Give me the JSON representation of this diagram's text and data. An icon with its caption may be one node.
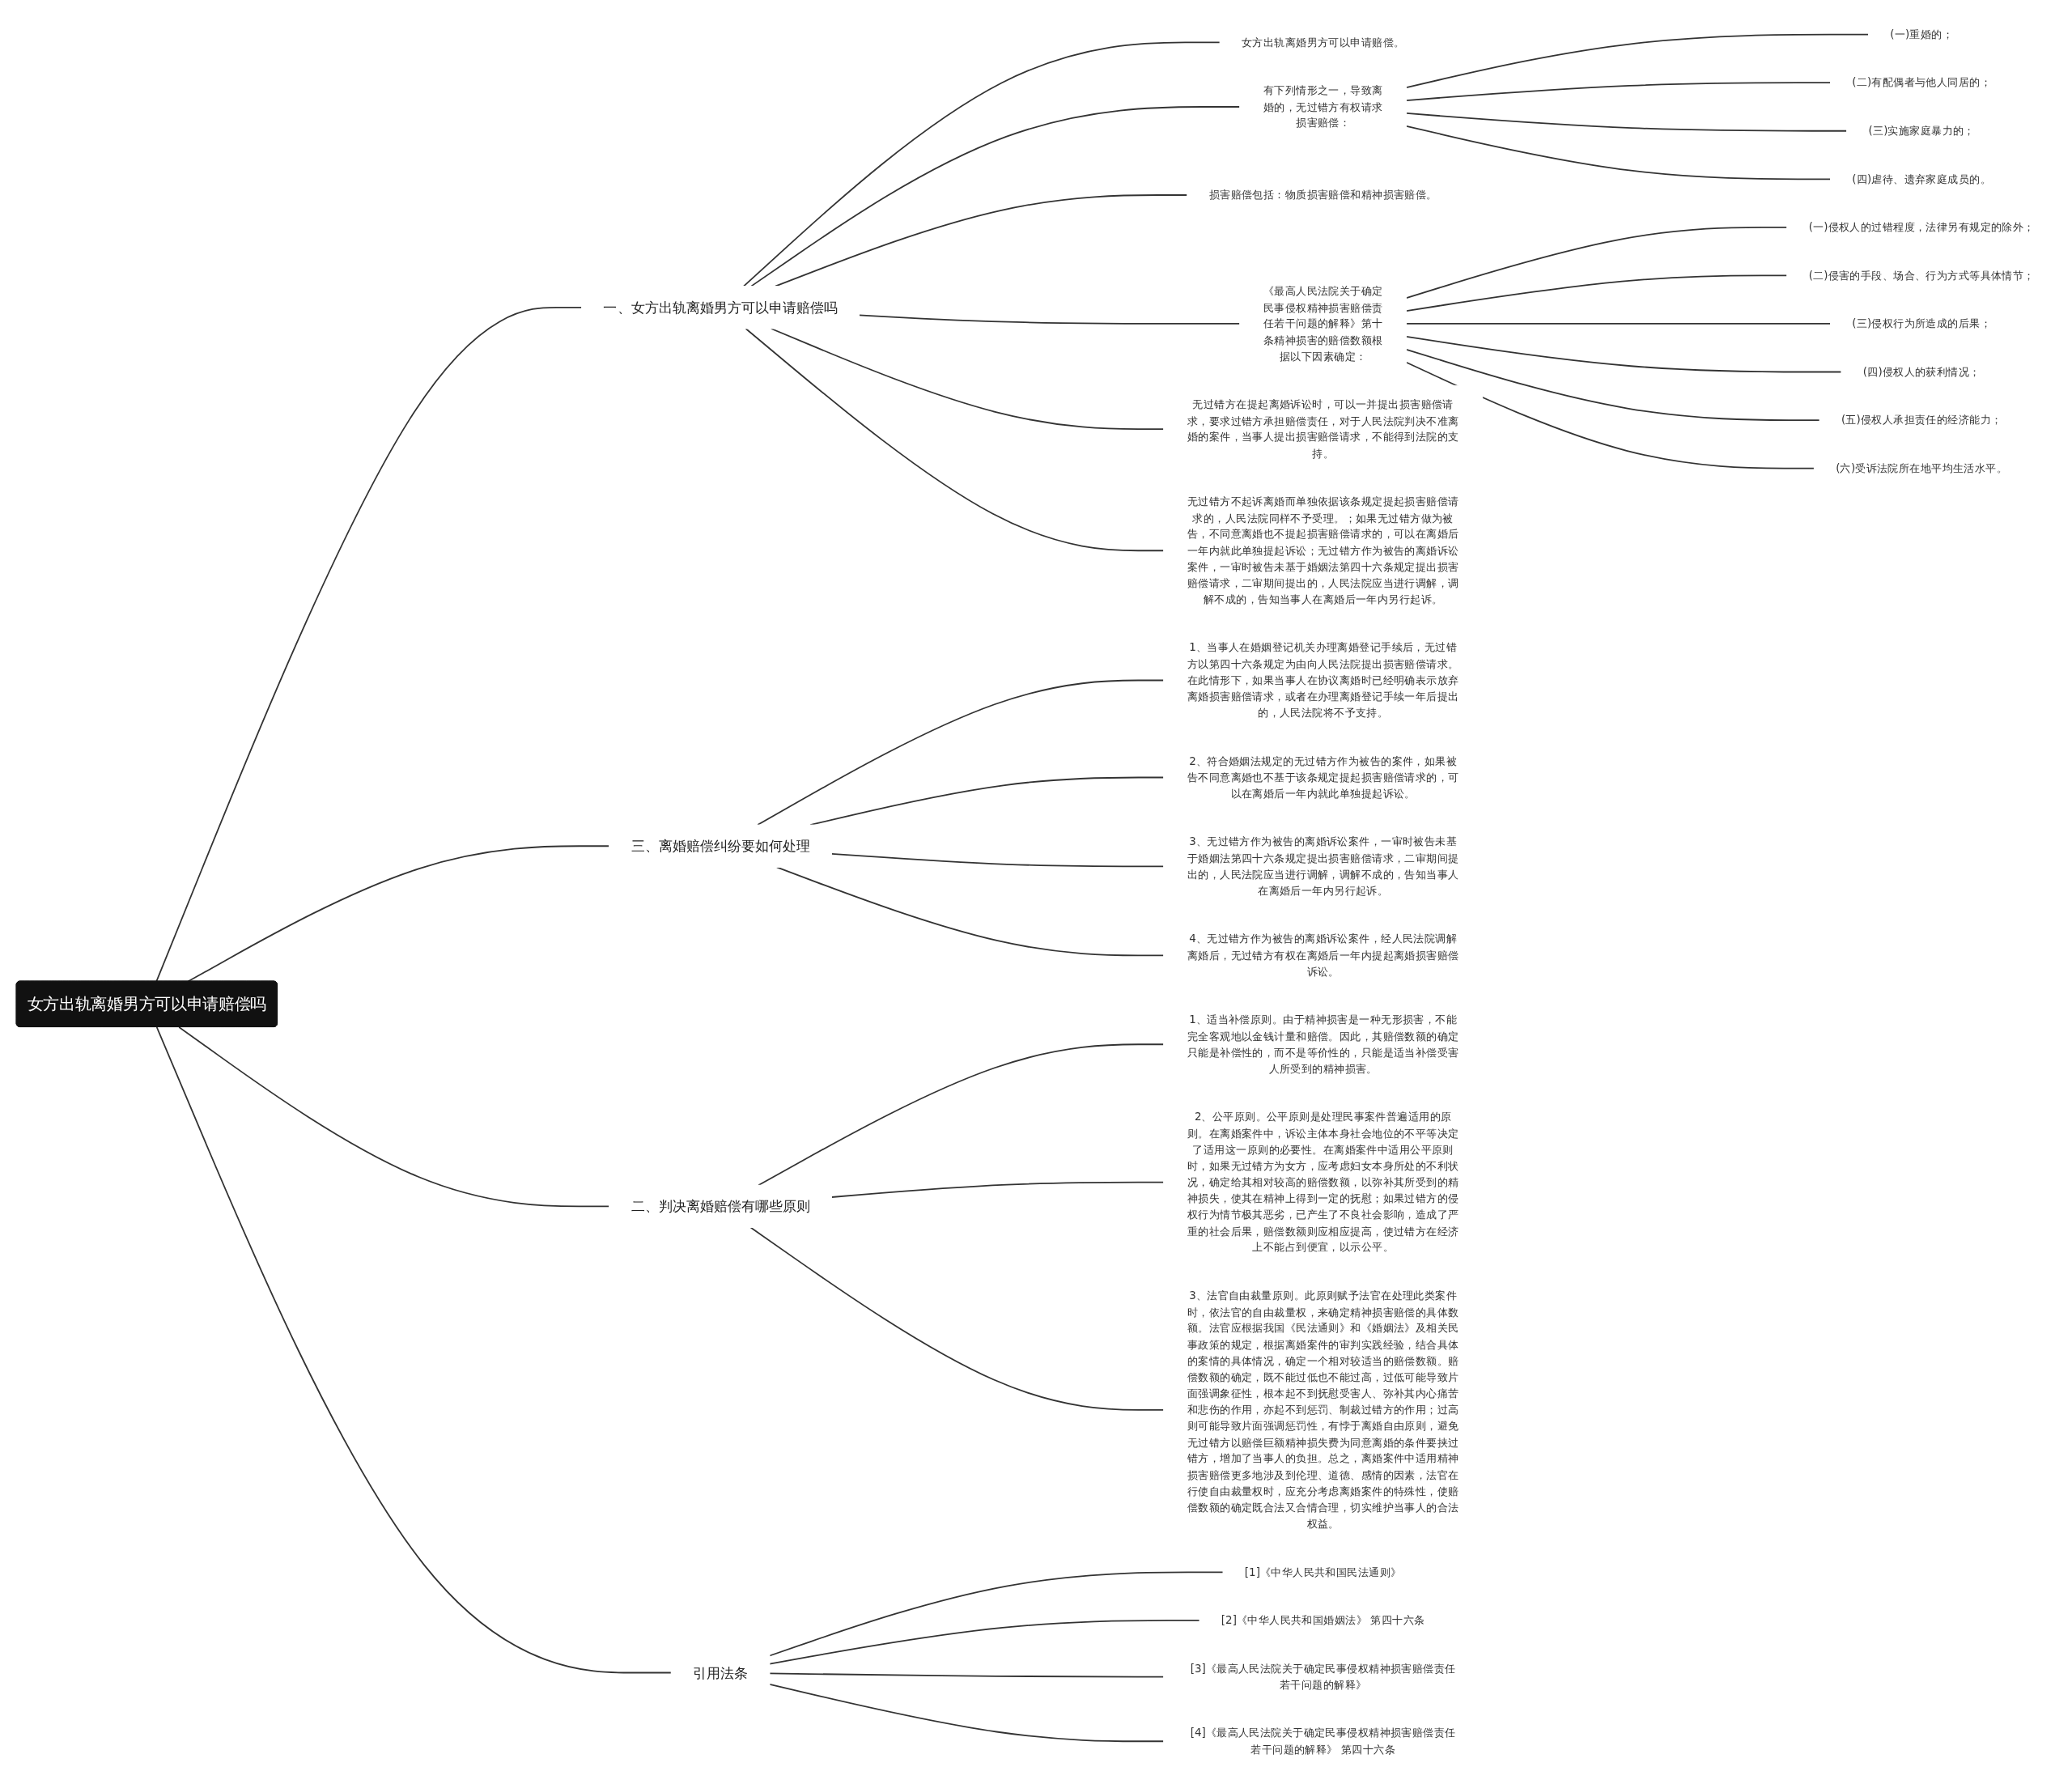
{
  "diagram": {
    "nodes": [
      {
        "text": [
          "女方出轨离婚男方可以申请赔偿吗"
        ]
      },
      {
        "text": [
          "一、女方出轨离婚男方可以申请赔偿吗"
        ]
      },
      {
        "text": [
          "女方出轨离婚男方可以申请赔偿。"
        ]
      },
      {
        "text": [
          "有下列情形之一，导致离婚的，无过错方有权请求损害赔偿："
        ]
      },
      {
        "text": [
          "(一)重婚的；"
        ]
      },
      {
        "text": [
          "(二)有配偶者与他人同居的；"
        ]
      },
      {
        "text": [
          "(三)实施家庭暴力的；"
        ]
      },
      {
        "text": [
          "(四)虐待、遗弃家庭成员的。"
        ]
      },
      {
        "text": [
          "损害赔偿包括：物质损害赔偿和精神损害赔偿。"
        ]
      },
      {
        "text": [
          "《最高人民法院关于确定民事侵权精神损害赔偿责任若干问题的解释》第十条精神损害的赔偿数额根据以下因素确定："
        ]
      },
      {
        "text": [
          "(一)侵权人的过错程度，法律另有规定的除外；"
        ]
      },
      {
        "text": [
          "(二)侵害的手段、场合、行为方式等具体情节；"
        ]
      },
      {
        "text": [
          "(三)侵权行为所造成的后果；"
        ]
      },
      {
        "text": [
          "(四)侵权人的获利情况；"
        ]
      },
      {
        "text": [
          "(五)侵权人承担责任的经济能力；"
        ]
      },
      {
        "text": [
          "(六)受诉法院所在地平均生活水平。"
        ]
      },
      {
        "text": [
          "无过错方在提起离婚诉讼时，可以一并提出损害赔偿请求，要求过错方承担赔偿责任，对于人民法院判决不准离婚的案件，当事人提出损害赔偿请求，不能得到法院的支持。"
        ]
      },
      {
        "text": [
          "无过错方不起诉离婚而单独依据该条规定提起损害赔偿请求的，人民法院同样不予受理。；如果无过错方做为被告，不同意离婚也不提起损害赔偿请求的，可以在离婚后一年内就此单独提起诉讼；无过错方作为被告的离婚诉讼案件，一审时被告未基于婚姻法第四十六条规定提出损害赔偿请求，二审期间提出的，人民法院应当进行调解，调解不成的，告知当事人在离婚后一年内另行起诉。"
        ]
      },
      {
        "text": [
          "三、离婚赔偿纠纷要如何处理"
        ]
      },
      {
        "text": [
          "1、当事人在婚姻登记机关办理离婚登记手续后，无过错方以第四十六条规定为由向人民法院提出损害赔偿请求。在此情形下，如果当事人在协议离婚时已经明确表示放弃离婚损害赔偿请求，或者在办理离婚登记手续一年后提出的，人民法院将不予支持。"
        ]
      },
      {
        "text": [
          "2、符合婚姻法规定的无过错方作为被告的案件，如果被告不同意离婚也不基于该条规定提起损害赔偿请求的，可以在离婚后一年内就此单独提起诉讼。"
        ]
      },
      {
        "text": [
          "3、无过错方作为被告的离婚诉讼案件，一审时被告未基于婚姻法第四十六条规定提出损害赔偿请求，二审期间提出的，人民法院应当进行调解，调解不成的，告知当事人在离婚后一年内另行起诉。"
        ]
      },
      {
        "text": [
          "4、无过错方作为被告的离婚诉讼案件，经人民法院调解离婚后，无过错方有权在离婚后一年内提起离婚损害赔偿诉讼。"
        ]
      },
      {
        "text": [
          "二、判决离婚赔偿有哪些原则"
        ]
      },
      {
        "text": [
          "1、适当补偿原则。由于精神损害是一种无形损害，不能完全客观地以金钱计量和赔偿。因此，其赔偿数额的确定只能是补偿性的，而不是等价性的，只能是适当补偿受害人所受到的精神损害。"
        ]
      },
      {
        "text": [
          "2、公平原则。公平原则是处理民事案件普遍适用的原则。在离婚案件中，诉讼主体本身社会地位的不平等决定了适用这一原则的必要性。在离婚案件中适用公平原则时，如果无过错方为女方，应考虑妇女本身所处的不利状况，确定给其相对较高的赔偿数额，以弥补其所受到的精神损失，使其在精神上得到一定的抚慰；如果过错方的侵权行为情节极其恶劣，已产生了不良社会影响，造成了严重的社会后果，赔偿数额则应相应提高，使过错方在经济上不能占到便宜，以示公平。"
        ]
      },
      {
        "text": [
          "3、法官自由裁量原则。此原则赋予法官在处理此类案件时，依法官的自由裁量权，来确定精神损害赔偿的具体数额。法官应根据我国《民法通则》和《婚姻法》及相关民事政策的规定，根据离婚案件的审判实践经验，结合具体的案情的具体情况，确定一个相对较适当的赔偿数额。赔偿数额的确定，既不能过低也不能过高，过低可能导致片面强调象征性，根本起不到抚慰受害人、弥补其内心痛苦和悲伤的作用，亦起不到惩罚、制裁过错方的作用；过高则可能导致片面强调惩罚性，有悖于离婚自由原则，避免无过错方以赔偿巨额精神损失费为同意离婚的条件要挟过错方，增加了当事人的负担。总之，离婚案件中适用精神损害赔偿更多地涉及到伦理、道德、感情的因素，法官在行使自由裁量权时，应充分考虑离婚案件的特殊性，使赔偿数额的确定既合法又合情合理，切实维护当事人的合法权益。"
        ]
      },
      {
        "text": [
          "引用法条"
        ]
      },
      {
        "text": [
          "[1]《中华人民共和国民法通则》"
        ]
      },
      {
        "text": [
          "[2]《中华人民共和国婚姻法》 第四十六条"
        ]
      },
      {
        "text": [
          "[3]《最高人民法院关于确定民事侵权精神损害赔偿责任若干问题的解释》"
        ]
      },
      {
        "text": [
          "[4]《最高人民法院关于确定民事侵权精神损害赔偿责任若干问题的解释》 第四十六条"
        ]
      }
    ],
    "edges": [
      {
        "from": 0,
        "to": 1,
        "arrow": "none"
      },
      {
        "from": 1,
        "to": 2,
        "arrow": "none"
      },
      {
        "from": 1,
        "to": 3,
        "arrow": "none"
      },
      {
        "from": 3,
        "to": 4,
        "arrow": "none"
      },
      {
        "from": 3,
        "to": 5,
        "arrow": "none"
      },
      {
        "from": 3,
        "to": 6,
        "arrow": "none"
      },
      {
        "from": 3,
        "to": 7,
        "arrow": "none"
      },
      {
        "from": 1,
        "to": 8,
        "arrow": "none"
      },
      {
        "from": 1,
        "to": 9,
        "arrow": "none"
      },
      {
        "from": 9,
        "to": 10,
        "arrow": "none"
      },
      {
        "from": 9,
        "to": 11,
        "arrow": "none"
      },
      {
        "from": 9,
        "to": 12,
        "arrow": "none"
      },
      {
        "from": 9,
        "to": 13,
        "arrow": "none"
      },
      {
        "from": 9,
        "to": 14,
        "arrow": "none"
      },
      {
        "from": 9,
        "to": 15,
        "arrow": "none"
      },
      {
        "from": 1,
        "to": 16,
        "arrow": "none"
      },
      {
        "from": 1,
        "to": 17,
        "arrow": "none"
      },
      {
        "from": 0,
        "to": 18,
        "arrow": "none"
      },
      {
        "from": 18,
        "to": 19,
        "arrow": "none"
      },
      {
        "from": 18,
        "to": 20,
        "arrow": "none"
      },
      {
        "from": 18,
        "to": 21,
        "arrow": "none"
      },
      {
        "from": 18,
        "to": 22,
        "arrow": "none"
      },
      {
        "from": 0,
        "to": 23,
        "arrow": "none"
      },
      {
        "from": 23,
        "to": 24,
        "arrow": "none"
      },
      {
        "from": 23,
        "to": 25,
        "arrow": "none"
      },
      {
        "from": 23,
        "to": 26,
        "arrow": "none"
      },
      {
        "from": 0,
        "to": 27,
        "arrow": "none"
      },
      {
        "from": 27,
        "to": 28,
        "arrow": "none"
      },
      {
        "from": 27,
        "to": 29,
        "arrow": "none"
      },
      {
        "from": 27,
        "to": 30,
        "arrow": "none"
      },
      {
        "from": 27,
        "to": 31,
        "arrow": "none"
      }
    ]
  }
}
